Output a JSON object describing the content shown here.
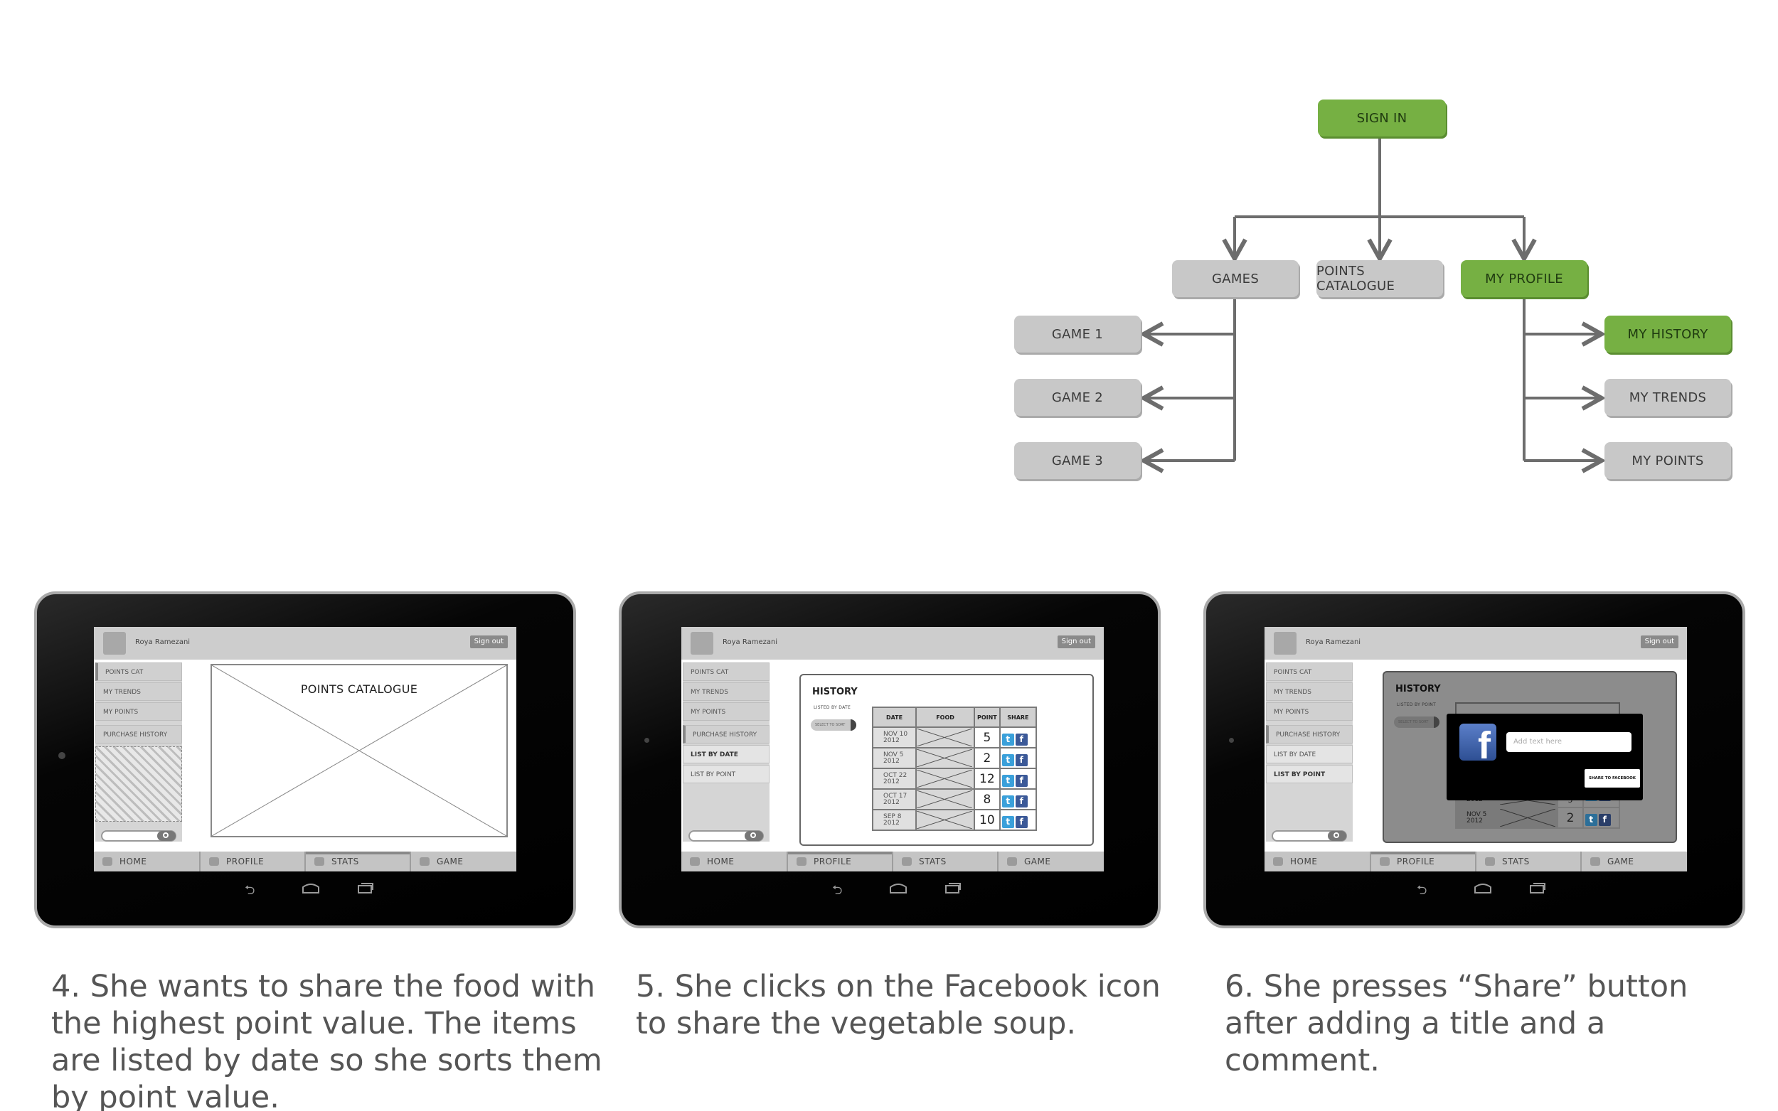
{
  "diagram": {
    "sign_in": "SIGN IN",
    "games": "GAMES",
    "points_catalogue": "POINTS CATALOGUE",
    "my_profile": "MY PROFILE",
    "game1": "GAME 1",
    "game2": "GAME 2",
    "game3": "GAME 3",
    "my_history": "MY HISTORY",
    "my_trends": "MY TRENDS",
    "my_points": "MY POINTS",
    "colors": {
      "highlight": "#76b043",
      "node": "#c8c8c8",
      "connector": "#6d6d6d"
    }
  },
  "app": {
    "user_name": "Roya Ramezani",
    "sign_out": "Sign out",
    "side": {
      "points_cat": "POINTS CAT",
      "my_trends": "MY TRENDS",
      "my_points": "MY POINTS",
      "purchase_history": "PURCHASE HISTORY",
      "list_by_date": "LIST BY DATE",
      "list_by_point": "LIST BY POINT"
    },
    "nav": {
      "home": "HOME",
      "profile": "PROFILE",
      "stats": "STATS",
      "game": "GAME"
    },
    "icons": {
      "back": "back-icon",
      "home": "home-icon",
      "recents": "recents-icon"
    }
  },
  "screen4": {
    "placeholder_title": "POINTS CATALOGUE"
  },
  "screen5": {
    "history_title": "HISTORY",
    "sort_label": "LISTED BY DATE",
    "sort_button": "SELECT TO SORT",
    "headers": {
      "date": "DATE",
      "food": "FOOD",
      "point": "POINT",
      "share": "SHARE"
    },
    "rows": [
      {
        "date": "NOV 10",
        "year": "2012",
        "points": "5"
      },
      {
        "date": "NOV 5",
        "year": "2012",
        "points": "2"
      },
      {
        "date": "OCT 22",
        "year": "2012",
        "points": "12"
      },
      {
        "date": "OCT 17",
        "year": "2012",
        "points": "8"
      },
      {
        "date": "SEP 8",
        "year": "2012",
        "points": "10"
      }
    ]
  },
  "screen6": {
    "history_title": "HISTORY",
    "sort_label": "LISTED BY POINT",
    "sort_button": "SELECT TO SORT",
    "rows": [
      {
        "date": "",
        "year": "2012",
        "points": "5"
      },
      {
        "date": "NOV 5",
        "year": "2012",
        "points": "2"
      }
    ],
    "modal": {
      "placeholder": "Add text here",
      "share_button": "SHARE TO FACEBOOK",
      "logo": "f"
    }
  },
  "captions": {
    "step4": "4. She wants to share the food with the highest point value. The items are listed by date so she sorts them by point value.",
    "step5": "5. She clicks on the Facebook icon to share the vegetable soup.",
    "step6": "6. She presses “Share” button after adding a title and a comment."
  }
}
